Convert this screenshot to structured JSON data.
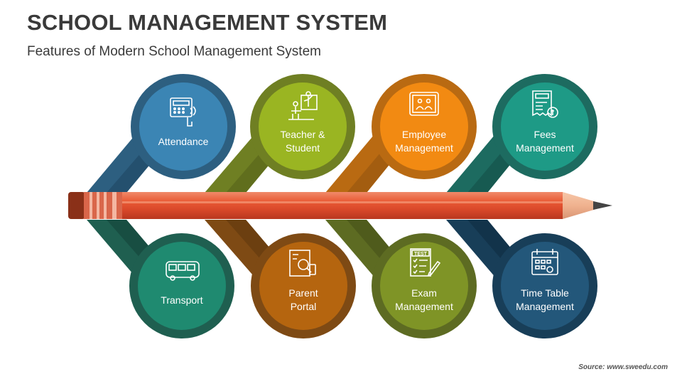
{
  "title": "SCHOOL MANAGEMENT SYSTEM",
  "subtitle": "Features of Modern School Management System",
  "source": "Source: www.sweedu.com",
  "features": {
    "attendance": {
      "lines": [
        "Attendance"
      ],
      "icon": "fingerprint-attendance-icon",
      "color": "#3b85b4",
      "ring": "#2d5f80"
    },
    "teacher": {
      "lines": [
        "Teacher &",
        "Student"
      ],
      "icon": "teacher-student-icon",
      "color": "#9ab522",
      "ring": "#6f7f23"
    },
    "employee": {
      "lines": [
        "Employee",
        "Management"
      ],
      "icon": "employee-tablet-icon",
      "color": "#f28a12",
      "ring": "#b96a12"
    },
    "fees": {
      "lines": [
        "Fees",
        "Management"
      ],
      "icon": "fee-receipt-icon",
      "color": "#1e9a86",
      "ring": "#1d6b60"
    },
    "transport": {
      "lines": [
        "Transport"
      ],
      "icon": "bus-icon",
      "color": "#1f8a70",
      "ring": "#1f5f50"
    },
    "parent": {
      "lines": [
        "Parent",
        "Portal"
      ],
      "icon": "parent-portal-icon",
      "color": "#b5650f",
      "ring": "#7e4a14"
    },
    "exam": {
      "lines": [
        "Exam",
        "Management"
      ],
      "icon": "test-paper-icon",
      "color": "#7f9426",
      "ring": "#5d6b22"
    },
    "timetable": {
      "lines": [
        "Time Table",
        "Management"
      ],
      "icon": "calendar-icon",
      "color": "#23577a",
      "ring": "#183e58"
    }
  }
}
